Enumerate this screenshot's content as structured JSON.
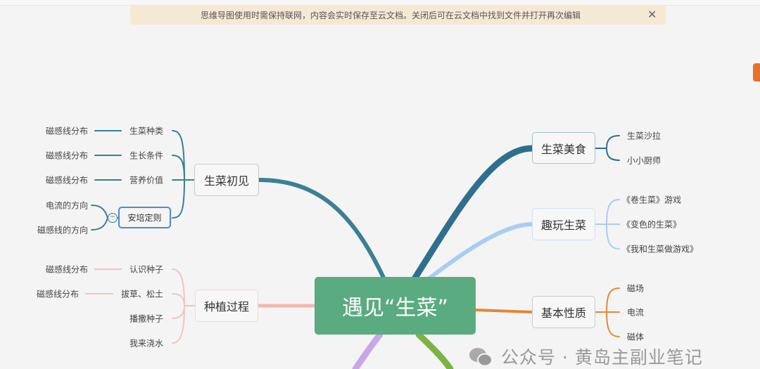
{
  "banner": {
    "text": "思维导图使用时需保持联网，内容会实时保存至云文档。关闭后可在云文档中找到文件并打开再次编辑",
    "close_icon": "close-icon"
  },
  "mindmap": {
    "root": "遇见“生菜”",
    "branches": [
      {
        "label": "生菜初见",
        "color": "#3b7f94",
        "children": [
          {
            "label": "生菜种类",
            "leaves": [
              "磁感线分布"
            ]
          },
          {
            "label": "生长条件",
            "leaves": [
              "磁感线分布"
            ]
          },
          {
            "label": "营养价值",
            "leaves": [
              "磁感线分布"
            ]
          },
          {
            "label": "安培定则",
            "leaves": [
              "电流的方向",
              "磁感线的方向"
            ]
          }
        ]
      },
      {
        "label": "种植过程",
        "color": "#f0b8b0",
        "children": [
          {
            "label": "认识种子",
            "leaves": [
              "磁感线分布"
            ]
          },
          {
            "label": "拔草、松土",
            "leaves": [
              "磁感线分布"
            ]
          },
          {
            "label": "播撒种子",
            "leaves": []
          },
          {
            "label": "我来浇水",
            "leaves": []
          }
        ]
      },
      {
        "label": "生菜美食",
        "color": "#2e6f8e",
        "children": [
          {
            "label": "生菜沙拉"
          },
          {
            "label": "小小厨师"
          }
        ]
      },
      {
        "label": "趣玩生菜",
        "color": "#a9cdf2",
        "children": [
          {
            "label": "《卷生菜》游戏"
          },
          {
            "label": "《变色的生菜》"
          },
          {
            "label": "《我和生菜做游戏》"
          }
        ]
      },
      {
        "label": "基本性质",
        "color": "#e08a35",
        "children": [
          {
            "label": "磁场"
          },
          {
            "label": "电流"
          },
          {
            "label": "磁体"
          }
        ]
      }
    ]
  },
  "watermark": "公众号 · 黄岛主副业笔记"
}
